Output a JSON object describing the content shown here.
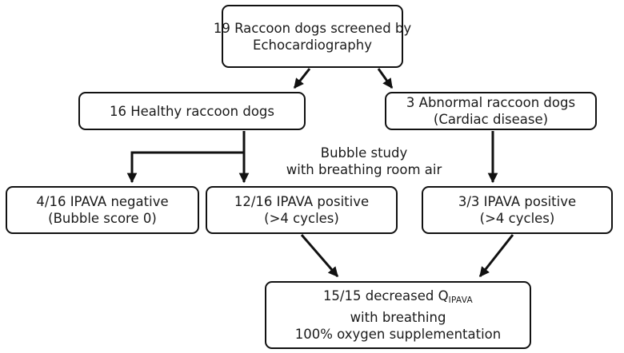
{
  "diagram": {
    "root": {
      "line1": "19 Raccoon dogs screened by",
      "line2": "Echocardiography"
    },
    "healthy": {
      "line1": "16 Healthy raccoon dogs"
    },
    "abnormal": {
      "line1": "3 Abnormal raccoon dogs",
      "line2": "(Cardiac disease)"
    },
    "bubble_study": {
      "line1": "Bubble study",
      "line2": "with breathing room air"
    },
    "negative": {
      "line1": "4/16 IPAVA negative",
      "line2": "(Bubble score 0)"
    },
    "positive_healthy": {
      "line1": "12/16 IPAVA positive",
      "line2": "(>4 cycles)"
    },
    "positive_abnormal": {
      "line1": "3/3 IPAVA positive",
      "line2": "(>4 cycles)"
    },
    "outcome": {
      "line1_main": "15/15 decreased Q",
      "line1_sub": "IPAVA",
      "line2": "with breathing",
      "line3": "100% oxygen supplementation"
    }
  }
}
